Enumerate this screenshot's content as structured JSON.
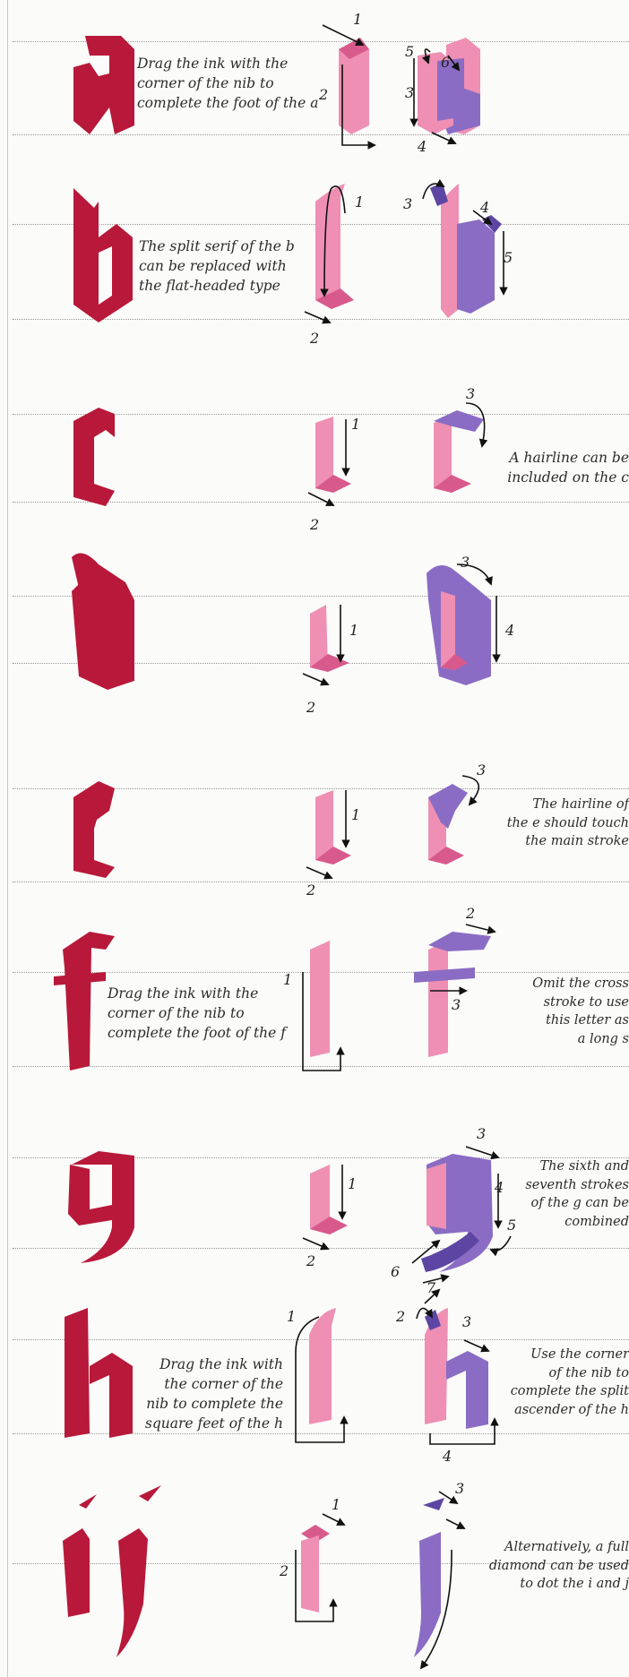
{
  "rows": [
    {
      "letter": "a",
      "note": [
        "Drag the ink with the",
        "corner of the nib to",
        "complete the foot of the a"
      ],
      "steps": [
        "1",
        "2",
        "3",
        "4",
        "5",
        "6"
      ]
    },
    {
      "letter": "b",
      "note": [
        "The split serif of the b",
        "can be replaced with",
        "the flat-headed type"
      ],
      "steps": [
        "1",
        "2",
        "3",
        "4",
        "5"
      ]
    },
    {
      "letter": "c",
      "note": [
        "A hairline can be",
        "included on the c"
      ],
      "steps": [
        "1",
        "2",
        "3"
      ]
    },
    {
      "letter": "d",
      "note": [],
      "steps": [
        "1",
        "2",
        "3",
        "4"
      ]
    },
    {
      "letter": "e",
      "note": [
        "The hairline of",
        "the e should touch",
        "the main stroke"
      ],
      "steps": [
        "1",
        "2",
        "3"
      ]
    },
    {
      "letter": "f",
      "note": [
        "Drag the ink with the",
        "corner of the nib to",
        "complete the foot of the f"
      ],
      "note2": [
        "Omit the cross",
        "stroke to use",
        "this letter as",
        "a long s"
      ],
      "steps": [
        "1",
        "2",
        "3"
      ]
    },
    {
      "letter": "g",
      "note": [
        "The sixth and",
        "seventh strokes",
        "of the g can be",
        "combined"
      ],
      "steps": [
        "1",
        "2",
        "3",
        "4",
        "5",
        "6",
        "7"
      ]
    },
    {
      "letter": "h",
      "note": [
        "Drag the ink with",
        "the corner of the",
        "nib to complete the",
        "square feet of the h"
      ],
      "note2": [
        "Use the corner",
        "of the nib to",
        "complete the split",
        "ascender of the h"
      ],
      "steps": [
        "1",
        "2",
        "3",
        "4"
      ]
    },
    {
      "letter": "ij",
      "note": [
        "Alternatively, a full",
        "diamond can be used",
        "to dot the i and j"
      ],
      "steps": [
        "1",
        "2",
        "3"
      ]
    }
  ],
  "colors": {
    "letter": "#b8183a",
    "pink": "#ee8fb3",
    "violet": "#8a6cc4"
  }
}
